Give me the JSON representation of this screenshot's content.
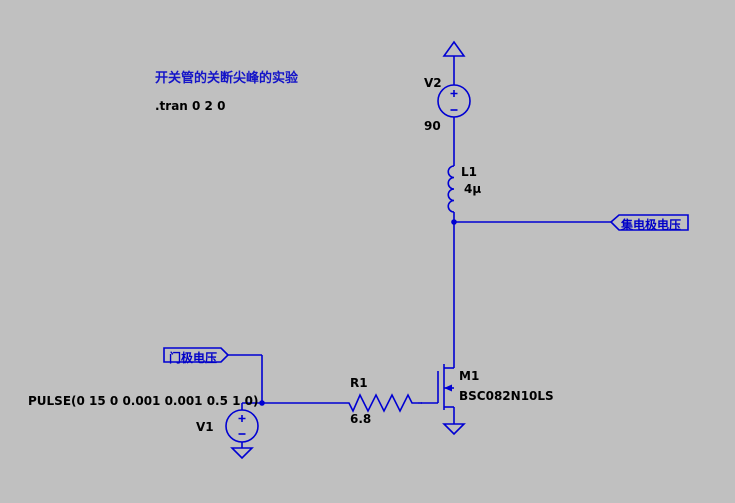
{
  "colors": {
    "background": "#C0C0C0",
    "wire": "#0000D2",
    "component_text": "#000000",
    "comment_text": "#1414C8",
    "net_label_text": "#0000C8"
  },
  "annotations": {
    "comment": "开关管的关断尖峰的实验",
    "spice_directive": ".tran 0 2 0"
  },
  "components": {
    "v2": {
      "designator": "V2",
      "value": "90"
    },
    "l1": {
      "designator": "L1",
      "value": "4µ"
    },
    "m1": {
      "designator": "M1",
      "value": "BSC082N10LS"
    },
    "r1": {
      "designator": "R1",
      "value": "6.8"
    },
    "v1": {
      "designator": "V1",
      "value": "PULSE(0 15 0 0.001 0.001 0.5 1 0)"
    }
  },
  "net_labels": {
    "collector": "集电极电压",
    "gate": "门极电压"
  }
}
